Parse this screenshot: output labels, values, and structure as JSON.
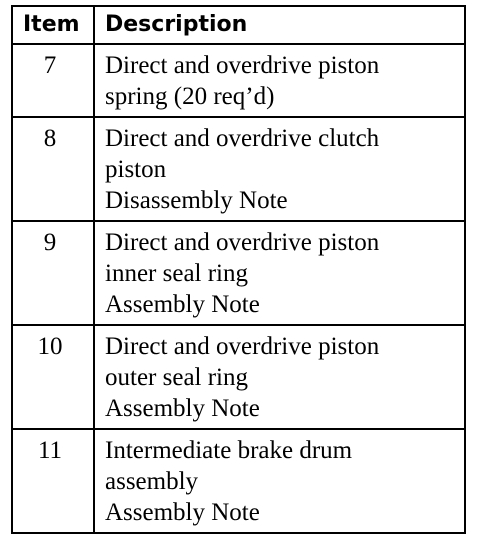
{
  "table": {
    "headers": {
      "item": "Item",
      "description": "Description"
    },
    "rows": [
      {
        "item": "7",
        "lines": [
          "Direct and overdrive piston",
          "spring (20 req’d)"
        ]
      },
      {
        "item": "8",
        "lines": [
          "Direct and overdrive clutch",
          "piston",
          "Disassembly Note"
        ]
      },
      {
        "item": "9",
        "lines": [
          "Direct and overdrive piston",
          "inner seal ring",
          "Assembly Note"
        ]
      },
      {
        "item": "10",
        "lines": [
          "Direct and overdrive piston",
          "outer seal ring",
          "Assembly Note"
        ]
      },
      {
        "item": "11",
        "lines": [
          "Intermediate brake drum",
          "assembly",
          "Assembly Note"
        ]
      }
    ]
  }
}
